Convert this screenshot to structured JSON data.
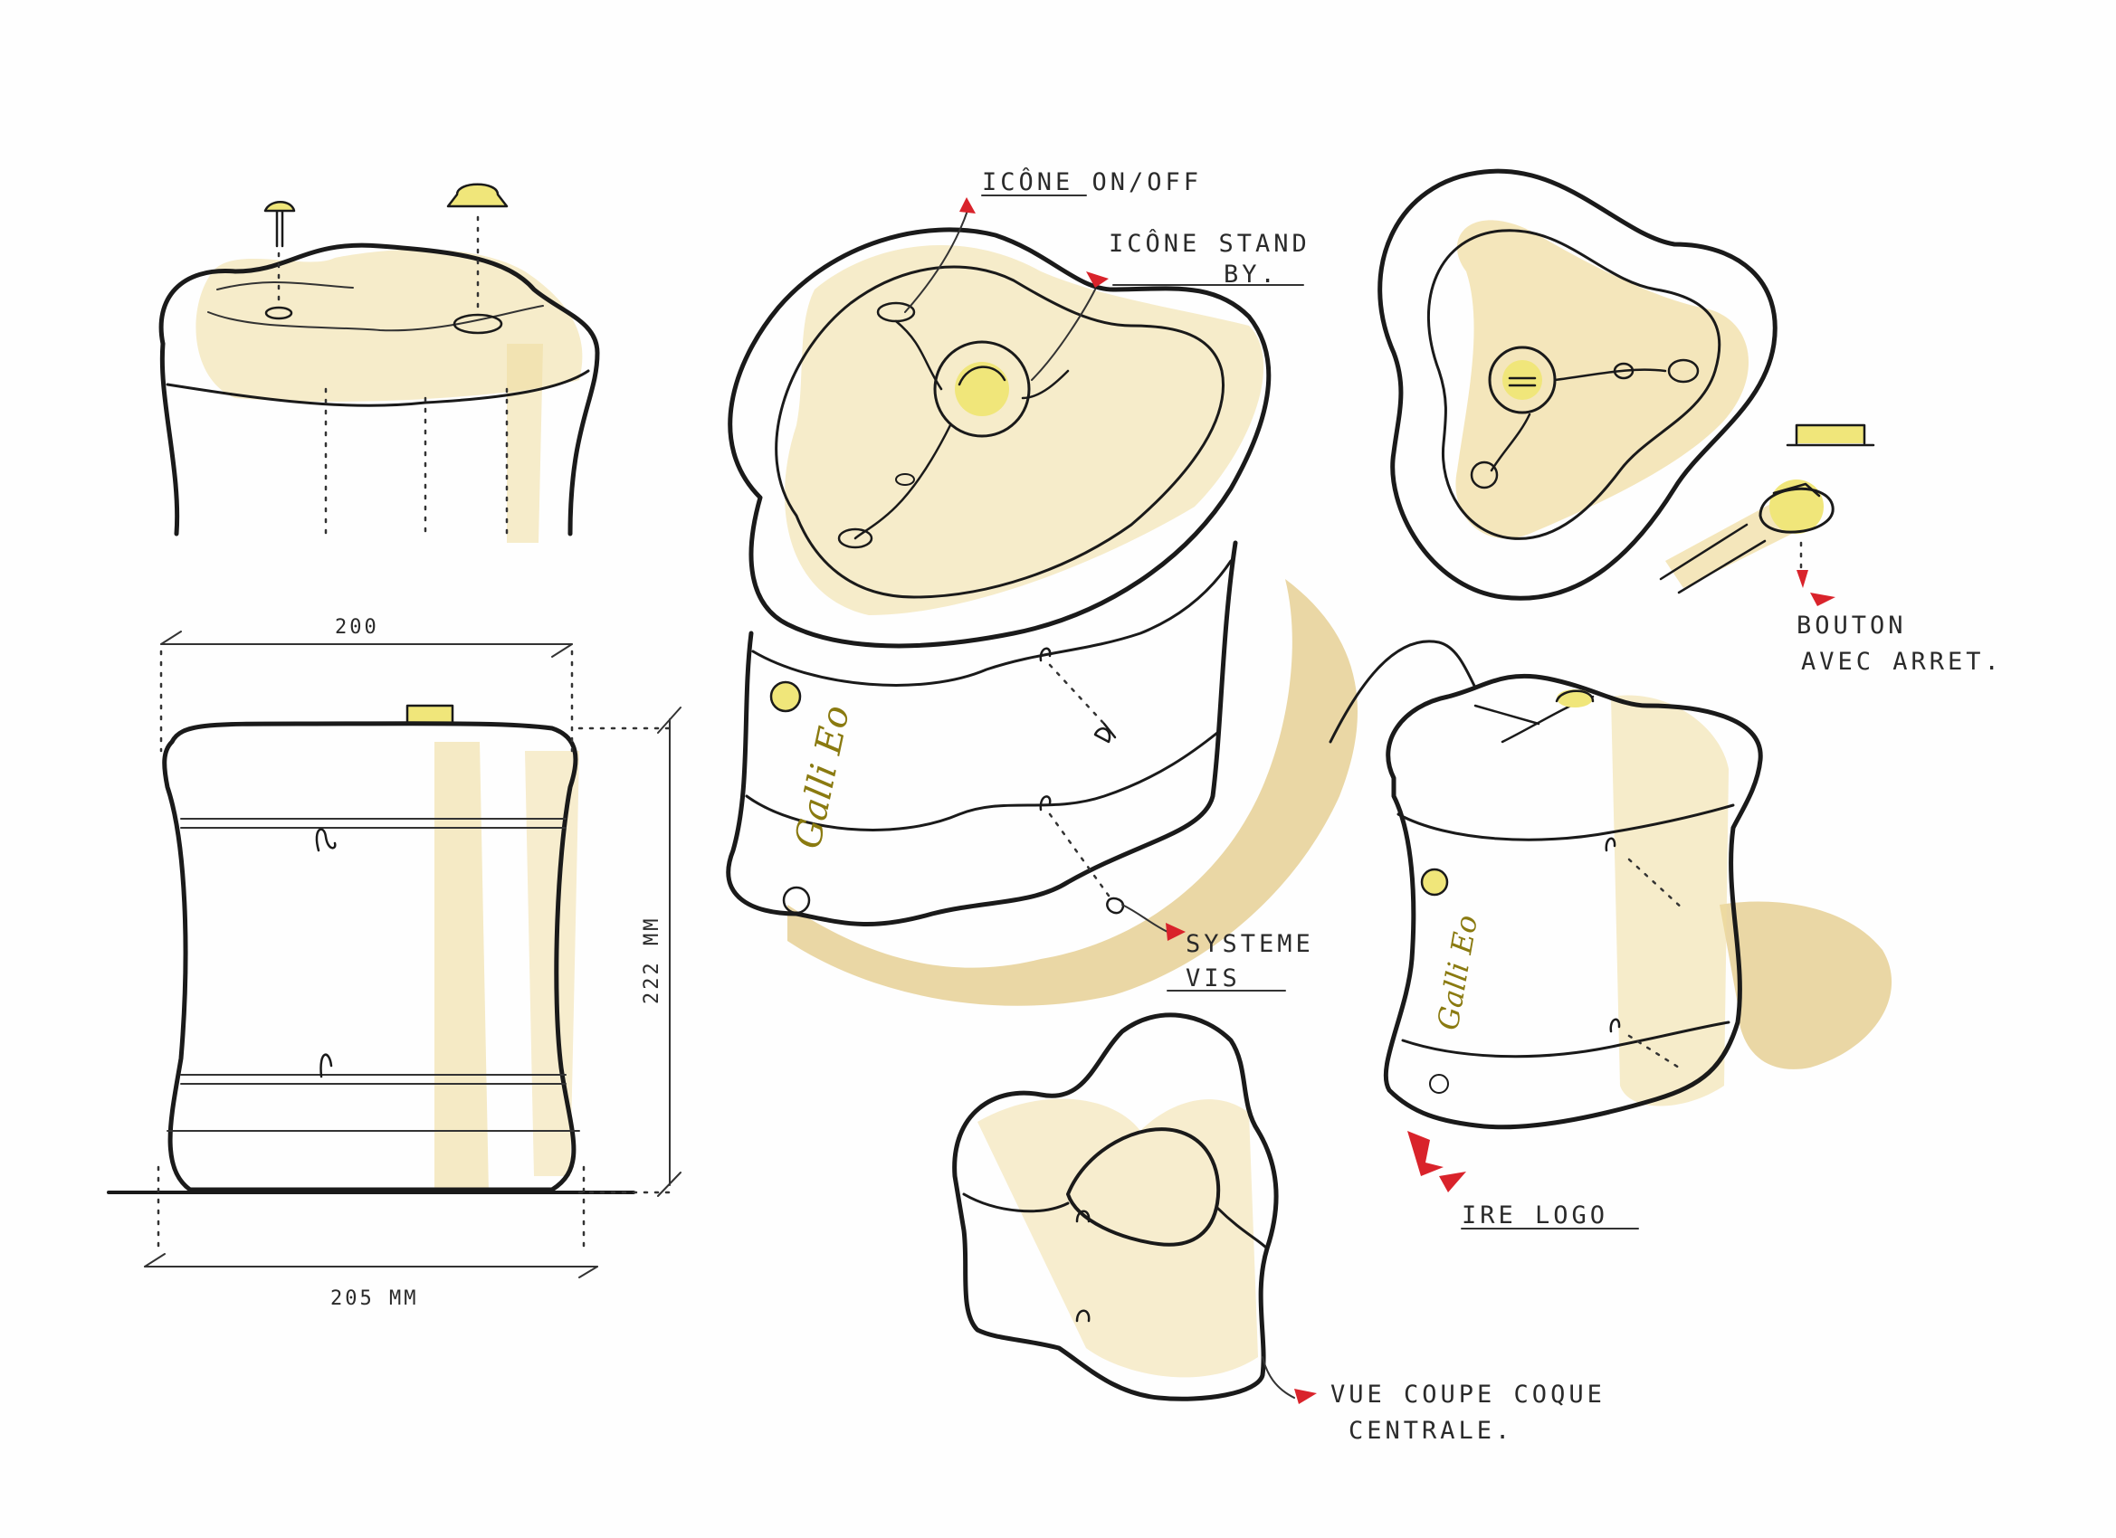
{
  "sketch": {
    "paper_color": "#fefefe",
    "marker_colors": {
      "ink": "#1a1a1a",
      "gold": "#efdc9e",
      "yellow": "#f0e67a",
      "red": "#d9232b"
    },
    "labels": {
      "icon_on_off": "ICÔNE ON/OFF",
      "icon_standby_1": "ICÔNE STAND",
      "icon_standby_2": "BY.",
      "button_1": "BOUTON",
      "button_2": "AVEC ARRET.",
      "screw_1": "SYSTEME",
      "screw_2": "VIS",
      "logo_line": "IRE LOGO",
      "section_1": "VUE COUPE COQUE",
      "section_2": "CENTRALE."
    },
    "dimensions": {
      "top_width": "200",
      "height": "222 MM",
      "base_width": "205 MM"
    },
    "brand": "Galli Eo"
  }
}
